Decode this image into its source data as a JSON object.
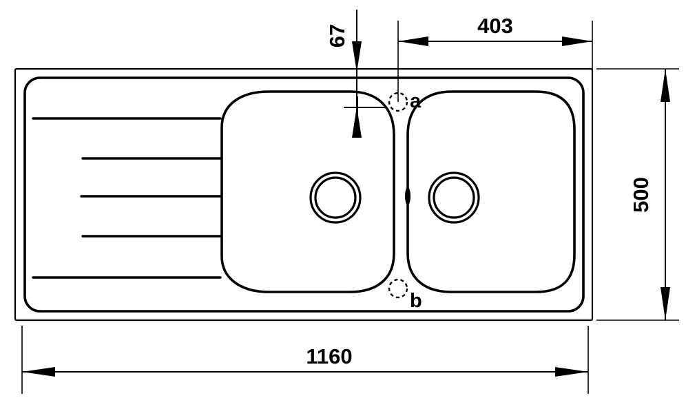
{
  "drawing": {
    "type": "technical-dimension-drawing",
    "subject": "kitchen sink with left drainer and two bowls, top plan view",
    "units": "mm",
    "line_color": "#000000",
    "background_color": "#ffffff"
  },
  "dimensions": {
    "overall_width": {
      "label": "1160",
      "orientation": "horizontal",
      "position": "bottom",
      "arrow_style": "inside-arrows-both-ends"
    },
    "overall_height": {
      "label": "500",
      "orientation": "vertical-rotated",
      "position": "right",
      "arrow_style": "inside-arrows-both-ends"
    },
    "tap_hole_offset_from_right": {
      "label": "403",
      "orientation": "horizontal",
      "position": "top-right",
      "arrow_style": "inside-arrows-both-ends"
    },
    "tap_hole_offset_from_top": {
      "label": "67",
      "orientation": "vertical-rotated",
      "position": "top-center",
      "arrow_style": "outside-arrows-pointing-in"
    }
  },
  "tap_holes": [
    {
      "id": "a",
      "label": "a",
      "style": "dashed-circle",
      "note": "upper tap hole position"
    },
    {
      "id": "b",
      "label": "b",
      "style": "dashed-circle",
      "note": "lower tap hole position"
    }
  ],
  "features": {
    "drainer": {
      "name": "left drainer",
      "groove_count": 5,
      "groove_lengths": [
        "long",
        "short",
        "short",
        "short",
        "long"
      ]
    },
    "bowls": [
      {
        "name": "left bowl",
        "drain": "concentric-double-ring"
      },
      {
        "name": "right bowl",
        "drain": "concentric-double-ring"
      }
    ],
    "divider": {
      "name": "centre divider",
      "overflow_slot": true
    }
  }
}
